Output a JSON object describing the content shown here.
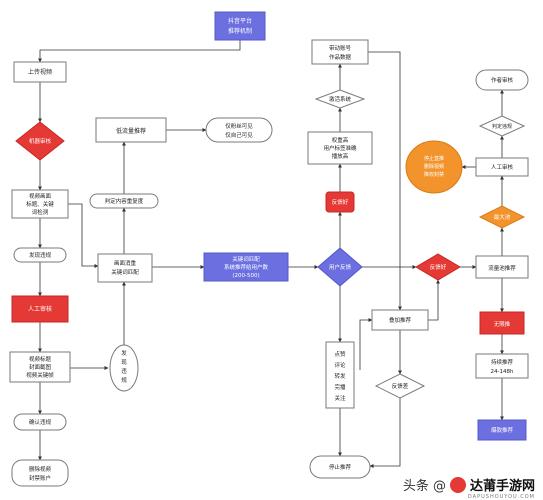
{
  "diagram": {
    "nodes": {
      "top_title": [
        "抖音平台",
        "推荐机制"
      ],
      "upload": [
        "上传视频"
      ],
      "machine_review": [
        "机器审核"
      ],
      "video_scan": [
        "视频画面",
        "标题、关键",
        "词检测"
      ],
      "find_violation": [
        "发现违规"
      ],
      "manual_review": [
        "人工审核"
      ],
      "manual_check": [
        "视频标题",
        "封面截图",
        "视频关键帧"
      ],
      "confirm_violation": [
        "确认违规"
      ],
      "delete_ban": [
        "删除视频",
        "封禁账户"
      ],
      "low_traffic": [
        "低流量推荐"
      ],
      "private": [
        "仅粉丝可见",
        "仅自己可见"
      ],
      "duplicate": [
        "判定内容重复度"
      ],
      "frame_extract": [
        "画面消重",
        "关键词匹配"
      ],
      "found_violation_circle": [
        "发",
        "现",
        "违",
        "规"
      ],
      "keyword_match": [
        "关键词匹配",
        "系统推荐给用户数",
        "(200-500)"
      ],
      "user_feedback": [
        "用户反馈"
      ],
      "good_feedback": [
        "反馈好"
      ],
      "weighting": [
        "权重高",
        "用户标签准确",
        "播放高"
      ],
      "activate_crowd": [
        "激活系统"
      ],
      "old_account": [
        "带动账号",
        "作品数据"
      ],
      "stack_push": [
        "叠加推荐"
      ],
      "interaction": [
        "点赞",
        "评论",
        "转发",
        "完播",
        "关注"
      ],
      "bad_feedback": [
        "反馈差"
      ],
      "stop_push": [
        "停止推荐"
      ],
      "feedback_good2": [
        "反馈好"
      ],
      "traffic_pool": [
        "流量池推荐"
      ],
      "big_pool": [
        "最大池"
      ],
      "unlimited": [
        "无限推"
      ],
      "continuous": [
        "持续推荐",
        "24-148h"
      ],
      "explosive": [
        "爆款推荐"
      ],
      "manual_audit2": [
        "人工审核"
      ],
      "judge_violation": [
        "判定违规"
      ],
      "author_review": [
        "作者审核"
      ],
      "orange_oval": [
        "停止直推",
        "删除视频",
        "降权封禁"
      ]
    },
    "colors": {
      "blue_box": "#6b6fe0",
      "red_diamond": "#e53935",
      "orange": "#f2932c",
      "line": "#333333",
      "box_border": "#7a7a7a"
    }
  },
  "watermark": {
    "prefix": "头条 @",
    "brand": "达莆手游网",
    "sub": "DAPUSHOUYOU.COM"
  }
}
